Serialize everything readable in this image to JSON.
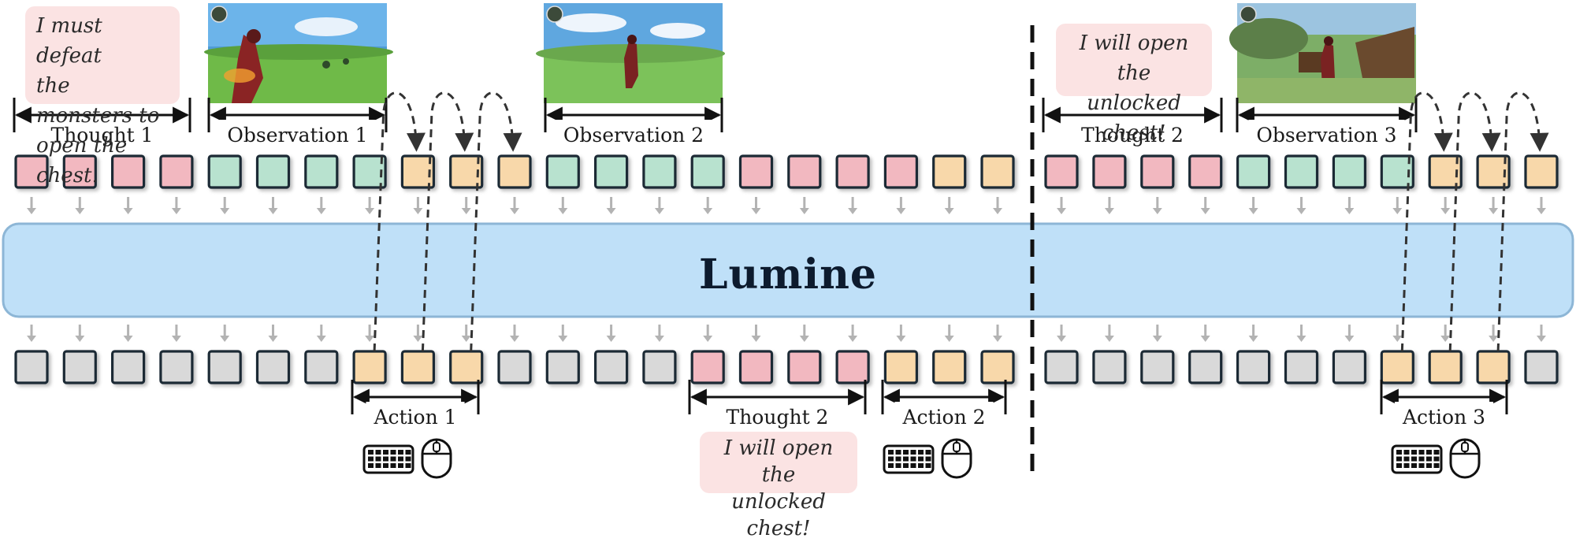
{
  "model_name": "Lumine",
  "colors": {
    "thought": "#f2b8c0",
    "observation": "#b8e2cf",
    "action": "#f8d8aa",
    "empty": "#d9d9d9",
    "box_border": "#1c2b36",
    "bubble": "#fbe3e3",
    "model_fill": "#bfe0f8",
    "model_border": "#8db6d6",
    "arrow_gray": "#b3b3b3"
  },
  "input_row": [
    "thought",
    "thought",
    "thought",
    "thought",
    "observation",
    "observation",
    "observation",
    "observation",
    "action",
    "action",
    "action",
    "observation",
    "observation",
    "observation",
    "observation",
    "thought",
    "thought",
    "thought",
    "thought",
    "action",
    "action",
    "thought",
    "thought",
    "thought",
    "thought",
    "observation",
    "observation",
    "observation",
    "observation",
    "action",
    "action",
    "action"
  ],
  "output_row": [
    "empty",
    "empty",
    "empty",
    "empty",
    "empty",
    "empty",
    "empty",
    "action",
    "action",
    "action",
    "empty",
    "empty",
    "empty",
    "empty",
    "thought",
    "thought",
    "thought",
    "thought",
    "action",
    "action",
    "action",
    "empty",
    "empty",
    "empty",
    "empty",
    "empty",
    "empty",
    "empty",
    "action",
    "action",
    "action",
    "empty"
  ],
  "top_brackets": [
    {
      "label": "Thought 1"
    },
    {
      "label": "Observation 1"
    },
    {
      "label": "Observation 2"
    },
    {
      "label": "Thought 2"
    },
    {
      "label": "Observation 3"
    }
  ],
  "bottom_brackets": [
    {
      "label": "Action 1"
    },
    {
      "label": "Thought 2"
    },
    {
      "label": "Action 2"
    },
    {
      "label": "Action 3"
    }
  ],
  "bubbles": {
    "thought1": [
      "I must defeat",
      "the monsters to",
      "open the chest."
    ],
    "thought2_top": [
      "I will open the",
      "unlocked chest!"
    ],
    "thought2_bottom": [
      "I will open the",
      "unlocked chest!"
    ]
  },
  "icons": [
    "keyboard-icon",
    "mouse-icon"
  ]
}
